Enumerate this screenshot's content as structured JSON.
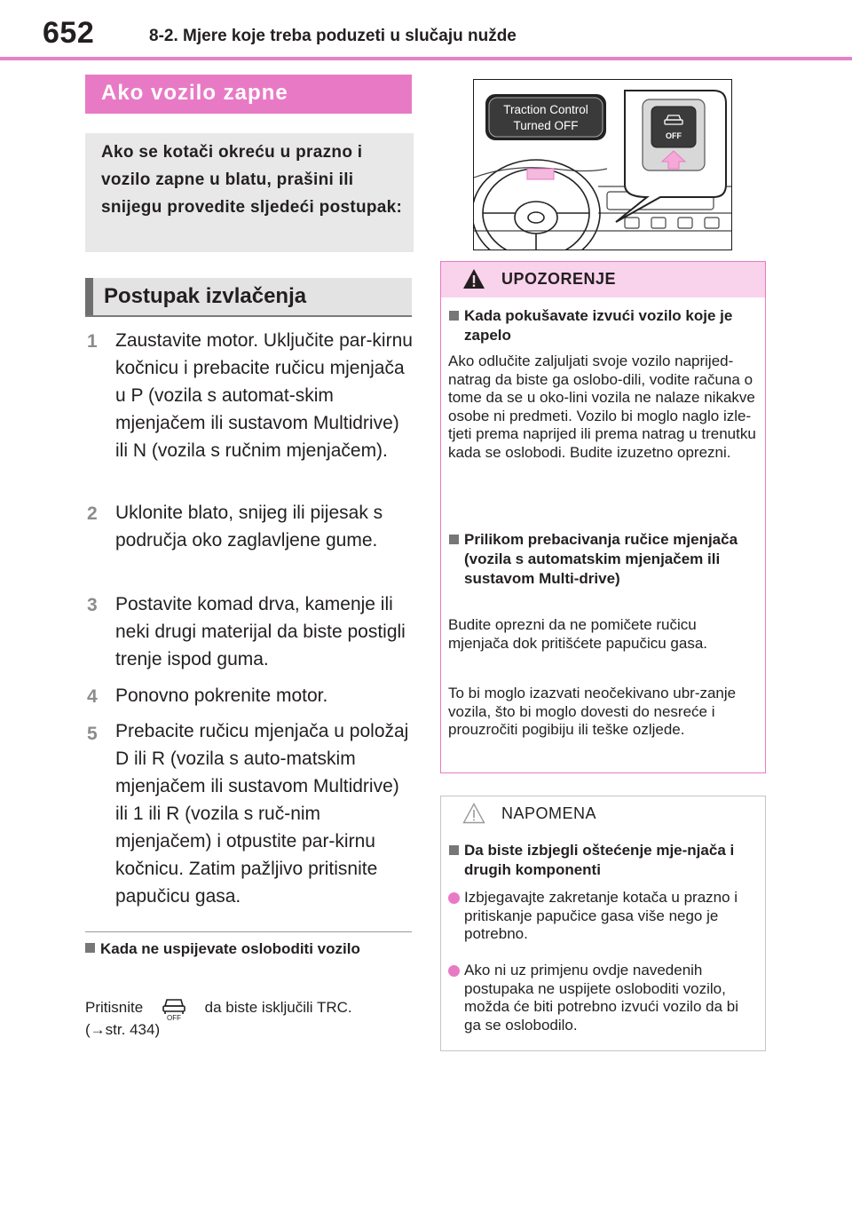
{
  "header": {
    "page_number": "652",
    "chapter_title": "8-2. Mjere koje treba poduzeti u slučaju nužde"
  },
  "section": {
    "title": "Ako vozilo zapne",
    "intro": "Ako se kotači okreću u prazno i vozilo zapne u blatu, prašini ili snijegu provedite sljedeći postupak:"
  },
  "procedure": {
    "heading": "Postupak izvlačenja",
    "steps": [
      {
        "num": "1",
        "text": "Zaustavite motor. Uključite par-kirnu kočnicu i prebacite ručicu mjenjača u P (vozila s automat-skim mjenjačem ili sustavom Multidrive) ili N (vozila s ručnim mjenjačem)."
      },
      {
        "num": "2",
        "text": "Uklonite blato, snijeg ili pijesak s područja oko zaglavljene gume."
      },
      {
        "num": "3",
        "text": "Postavite komad drva, kamenje ili neki drugi materijal da biste postigli trenje ispod guma."
      },
      {
        "num": "4",
        "text": "Ponovno pokrenite motor."
      },
      {
        "num": "5",
        "text": "Prebacite ručicu mjenjača u položaj D ili R (vozila s auto-matskim mjenjačem ili sustavom Multidrive) ili 1 ili R (vozila s ruč-nim mjenjačem) i otpustite par-kirnu kočnicu. Zatim pažljivo pritisnite papučicu gasa."
      }
    ]
  },
  "left_note": {
    "title": "Kada ne uspijevate osloboditi vozilo",
    "body_before": "Pritisnite",
    "body_after": "da biste isključili TRC.",
    "ref_arrow": "→",
    "ref": "str. 434",
    "icon": "trc-off-icon"
  },
  "illustration": {
    "callout": "Traction Control Turned OFF",
    "button_label": "OFF"
  },
  "warning": {
    "label": "UPOZORENJE",
    "accent": "#e87ac5",
    "header_bg": "#f9d2ec",
    "sections": [
      {
        "title": "Kada pokušavate izvući vozilo koje je zapelo",
        "paragraphs": [
          "Ako odlučite zaljuljati svoje vozilo naprijed-natrag da biste ga oslobo-dili, vodite računa o tome da se u oko-lini vozila ne nalaze nikakve osobe ni predmeti. Vozilo bi moglo naglo izle-tjeti prema naprijed ili prema natrag u trenutku kada se oslobodi. Budite izuzetno oprezni."
        ]
      },
      {
        "title": "Prilikom prebacivanja ručice mjenjača (vozila s automatskim mjenjačem ili sustavom Multi-drive)",
        "paragraphs": [
          "Budite oprezni da ne pomičete ručicu mjenjača dok pritišćete papučicu gasa.",
          "To bi moglo izazvati neočekivano ubr-zanje vozila, što bi moglo dovesti do nesreće i prouzročiti pogibiju ili teške ozljede."
        ]
      }
    ]
  },
  "notice": {
    "label": "NAPOMENA",
    "title": "Da biste izbjegli oštećenje mje-njača i drugih komponenti",
    "bullets": [
      "Izbjegavajte zakretanje kotača u prazno i pritiskanje papučice gasa više nego je potrebno.",
      "Ako ni uz primjenu ovdje navedenih postupaka ne uspijete osloboditi vozilo, možda će biti potrebno izvući vozilo da bi ga se oslobodilo."
    ]
  }
}
